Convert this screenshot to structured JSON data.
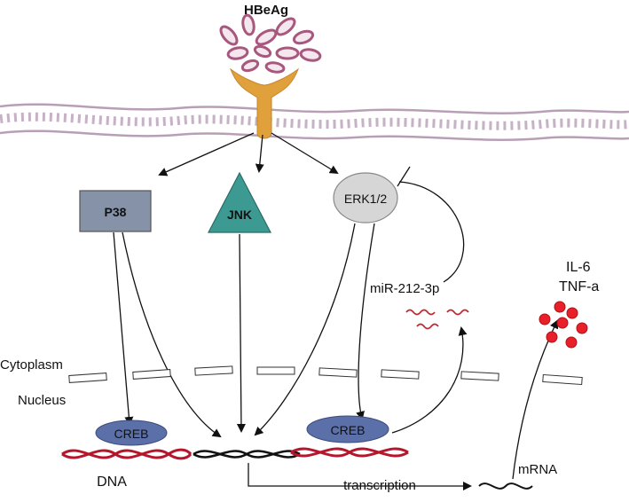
{
  "diagram": {
    "ligand": "HBeAg",
    "kinases": {
      "p38": "P38",
      "jnk": "JNK",
      "erk": "ERK1/2"
    },
    "mirna": "miR-212-3p",
    "cytokines": [
      "IL-6",
      "TNF-a"
    ],
    "compartments": {
      "cytoplasm": "Cytoplasm",
      "nucleus": "Nucleus"
    },
    "creb_left": "CREB",
    "creb_right": "CREB",
    "dna": "DNA",
    "transcription": "transcription",
    "mrna": "mRNA"
  },
  "colors": {
    "ligand": "#a8587e",
    "ligand_fill": "#f4e8ee",
    "receptor": "#e0a03c",
    "membrane": "#b89fb6",
    "p38": "#8592a8",
    "jnk": "#3d9a93",
    "erk": "#d6d6d6",
    "creb": "#5b6fa8",
    "dna_red": "#b5162b",
    "dna_black": "#111111",
    "cytokine": "#e8202a",
    "mirna": "#c0262e"
  }
}
